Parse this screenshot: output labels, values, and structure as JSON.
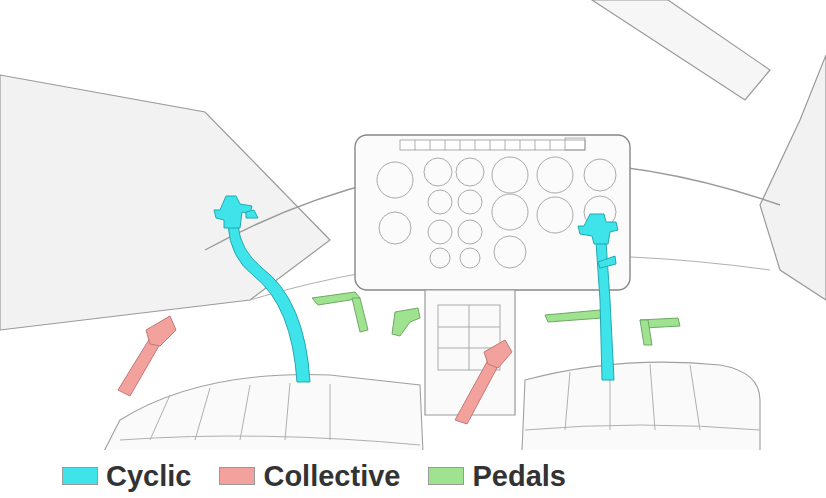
{
  "diagram": {
    "legend": [
      {
        "text": "Cyclic",
        "color": "#3fe3ea"
      },
      {
        "text": "Collective",
        "color": "#f2a19c"
      },
      {
        "text": "Pedals",
        "color": "#9fe28f"
      }
    ]
  }
}
